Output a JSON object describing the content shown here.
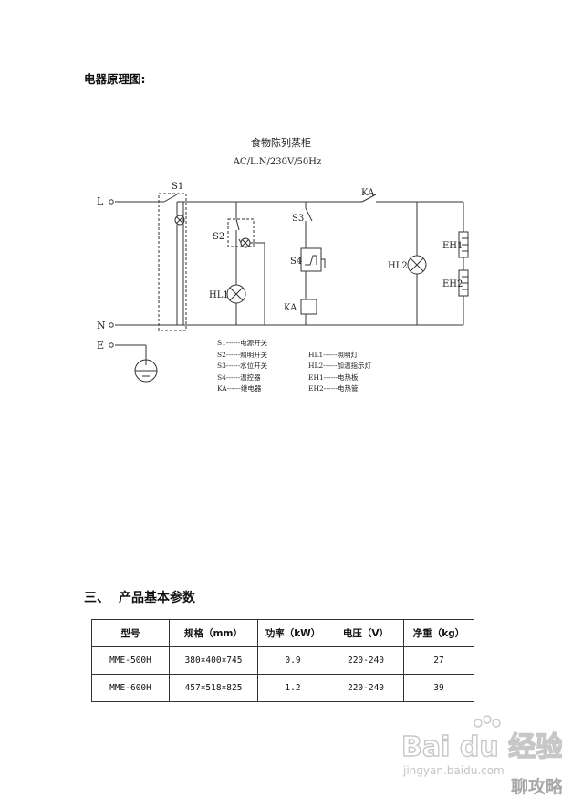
{
  "heading": "电器原理图:",
  "diagram": {
    "title": "食物陈列蒸柜",
    "supply": "AC/L.N/230V/50Hz",
    "labels": {
      "L": "L",
      "N": "N",
      "E": "E",
      "S1": "S1",
      "S2": "S2",
      "S3": "S3",
      "S4": "S4",
      "KA_top": "KA",
      "KA_coil": "KA",
      "HL1": "HL1",
      "HL2": "HL2",
      "EH1": "EH1",
      "EH2": "EH2"
    },
    "legend_left": [
      "S1------电源开关",
      "S2------照明开关",
      "S3------水位开关",
      "S4------温控器",
      "KA------继电器"
    ],
    "legend_right": [
      "HL1------照明灯",
      "HL2------加温指示灯",
      "EH1------电热板",
      "EH2------电热管"
    ]
  },
  "section": {
    "number": "三、",
    "title": "产品基本参数"
  },
  "table": {
    "headers": [
      "型号",
      "规格（mm）",
      "功率（kW）",
      "电压（V）",
      "净重（kg）"
    ],
    "rows": [
      [
        "MME-500H",
        "380×400×745",
        "0.9",
        "220-240",
        "27"
      ],
      [
        "MME-600H",
        "457×518×825",
        "1.2",
        "220-240",
        "39"
      ]
    ]
  },
  "watermark": {
    "brand": "Bai du 经验",
    "url": "jingyan.baidu.com",
    "corner": "聊攻略"
  }
}
